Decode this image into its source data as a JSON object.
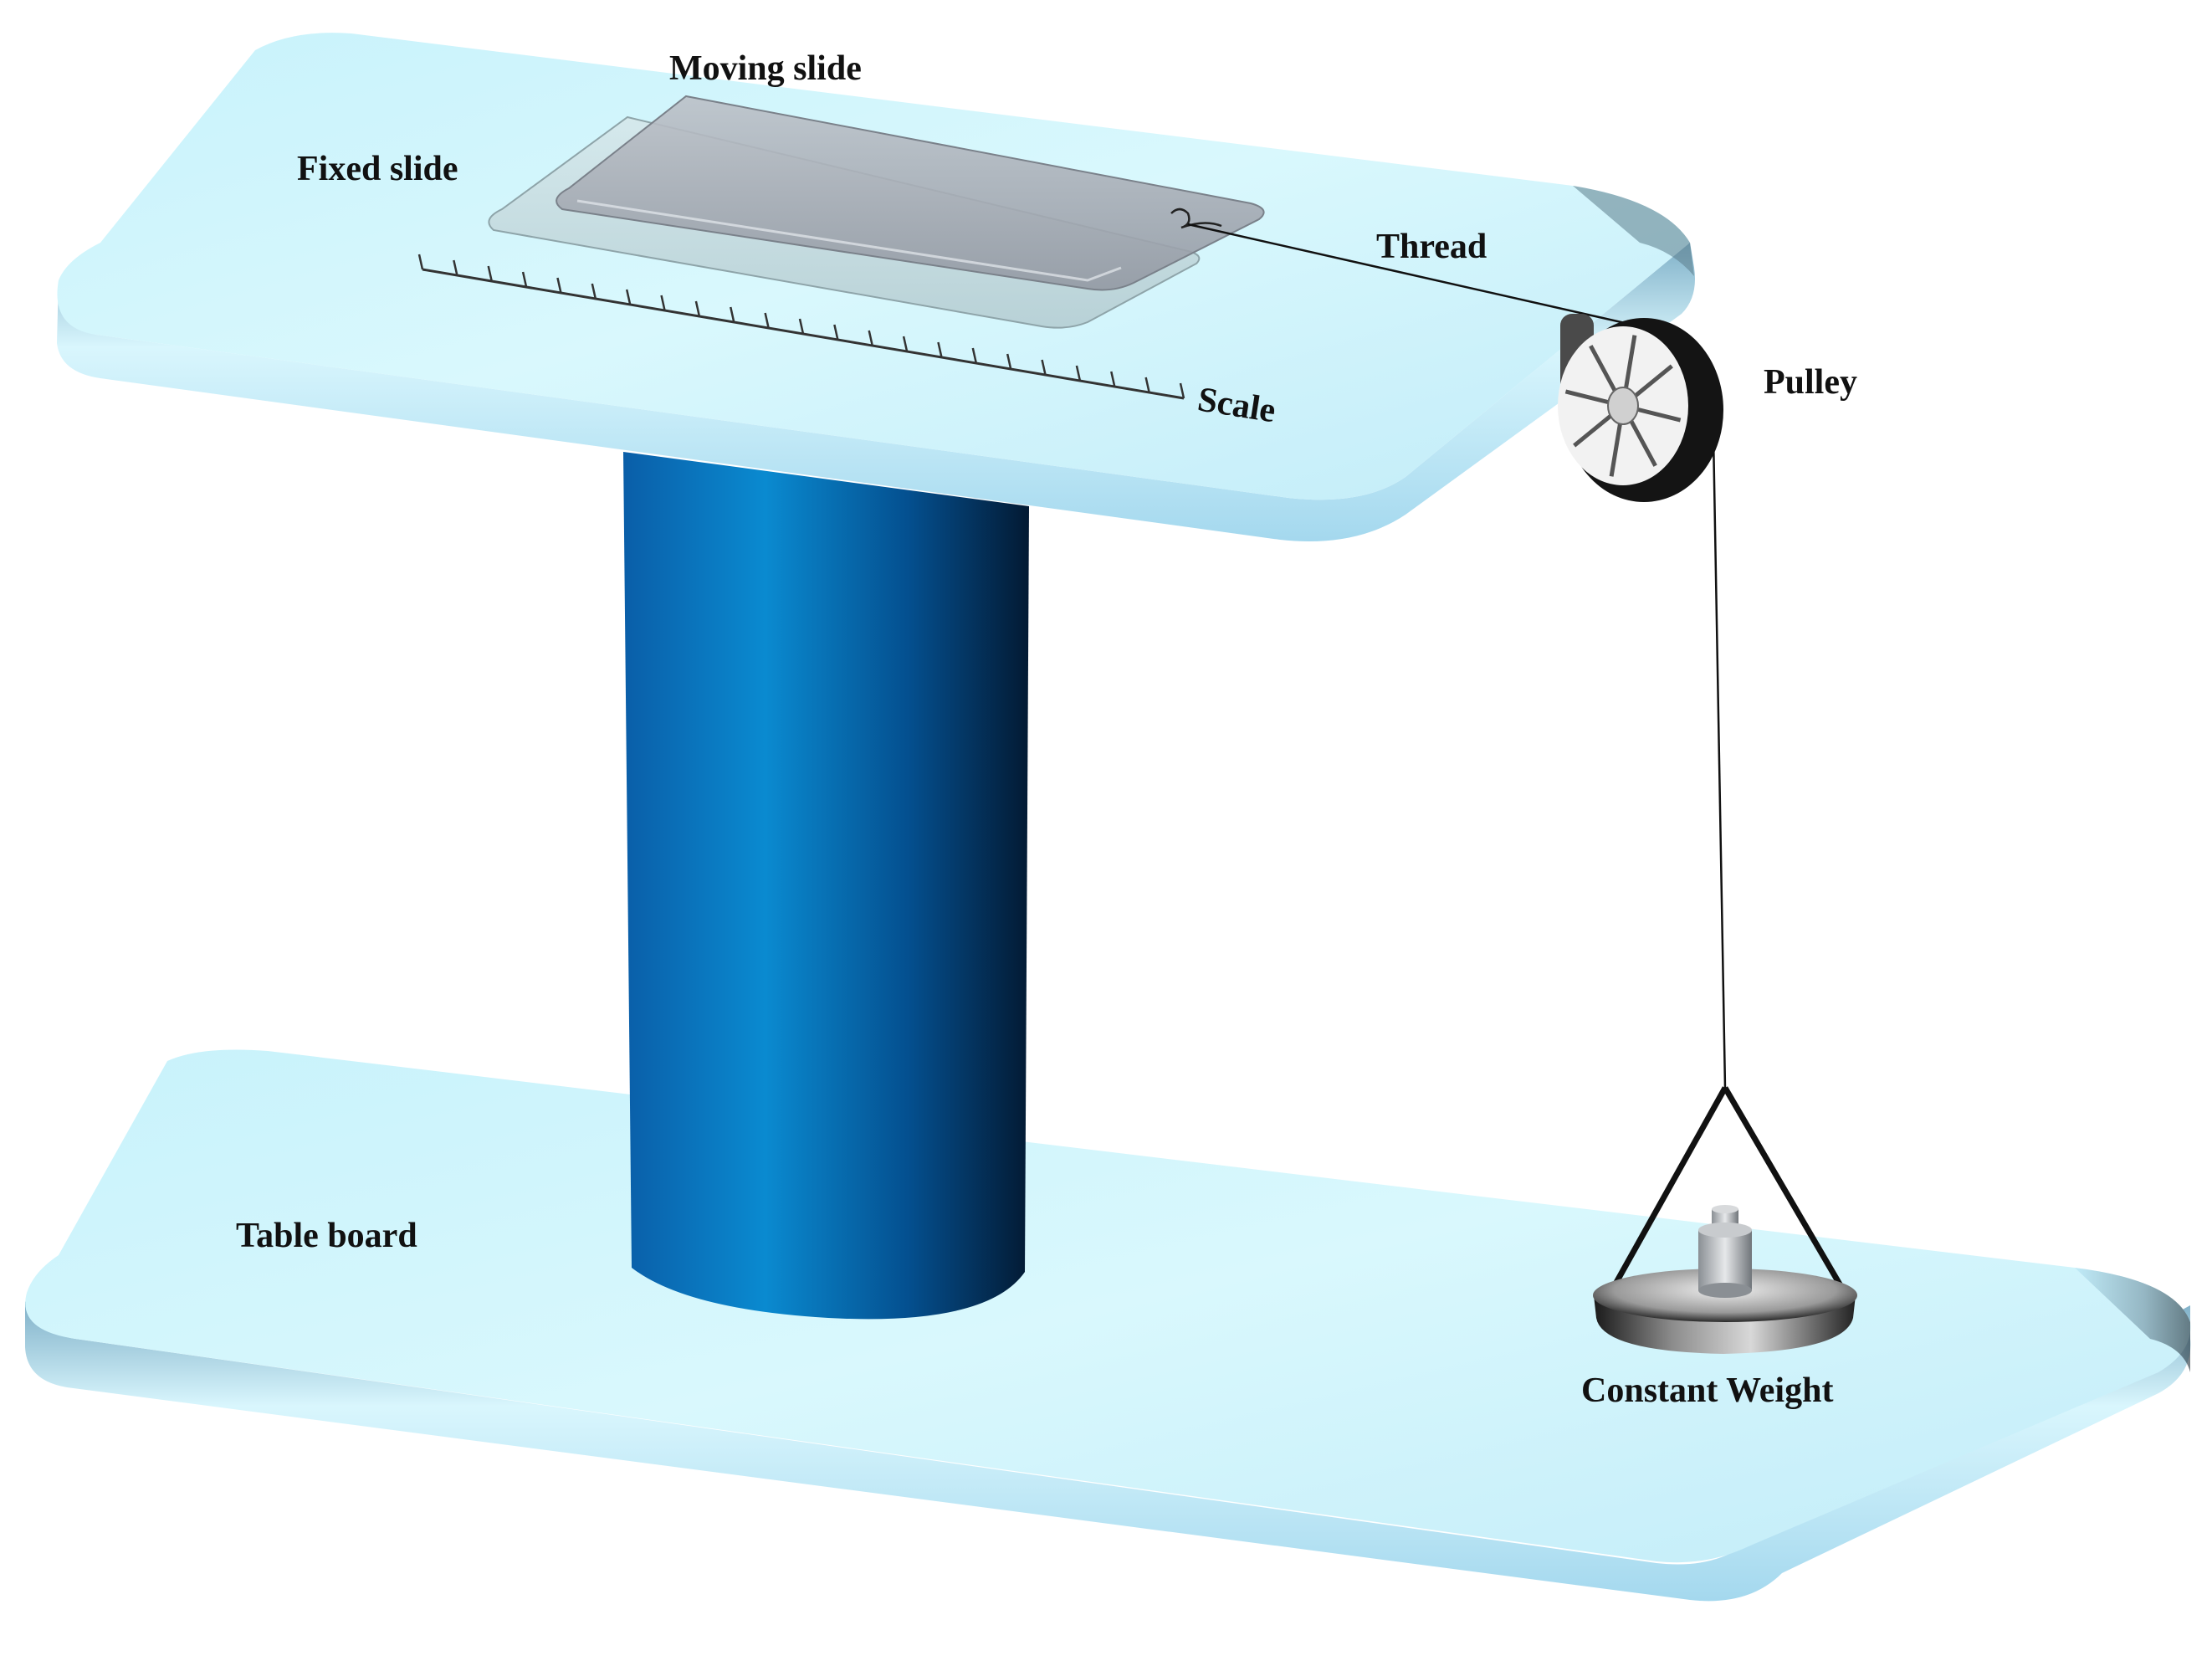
{
  "labels": {
    "moving_slide": "Moving slide",
    "fixed_slide": "Fixed slide",
    "thread": "Thread",
    "pulley": "Pulley",
    "scale": "Scale",
    "table_board": "Table board",
    "constant_weight": "Constant Weight"
  },
  "colors": {
    "board_top": "#d4f7fd",
    "board_edge": "#a9d8ec",
    "column_light": "#0a8ad0",
    "column_dark": "#031a33",
    "slide_fixed": "#c5d9dd",
    "slide_moving": "#a7adb6",
    "pulley_dark": "#141414",
    "weight_dark": "#2a2a2a"
  }
}
